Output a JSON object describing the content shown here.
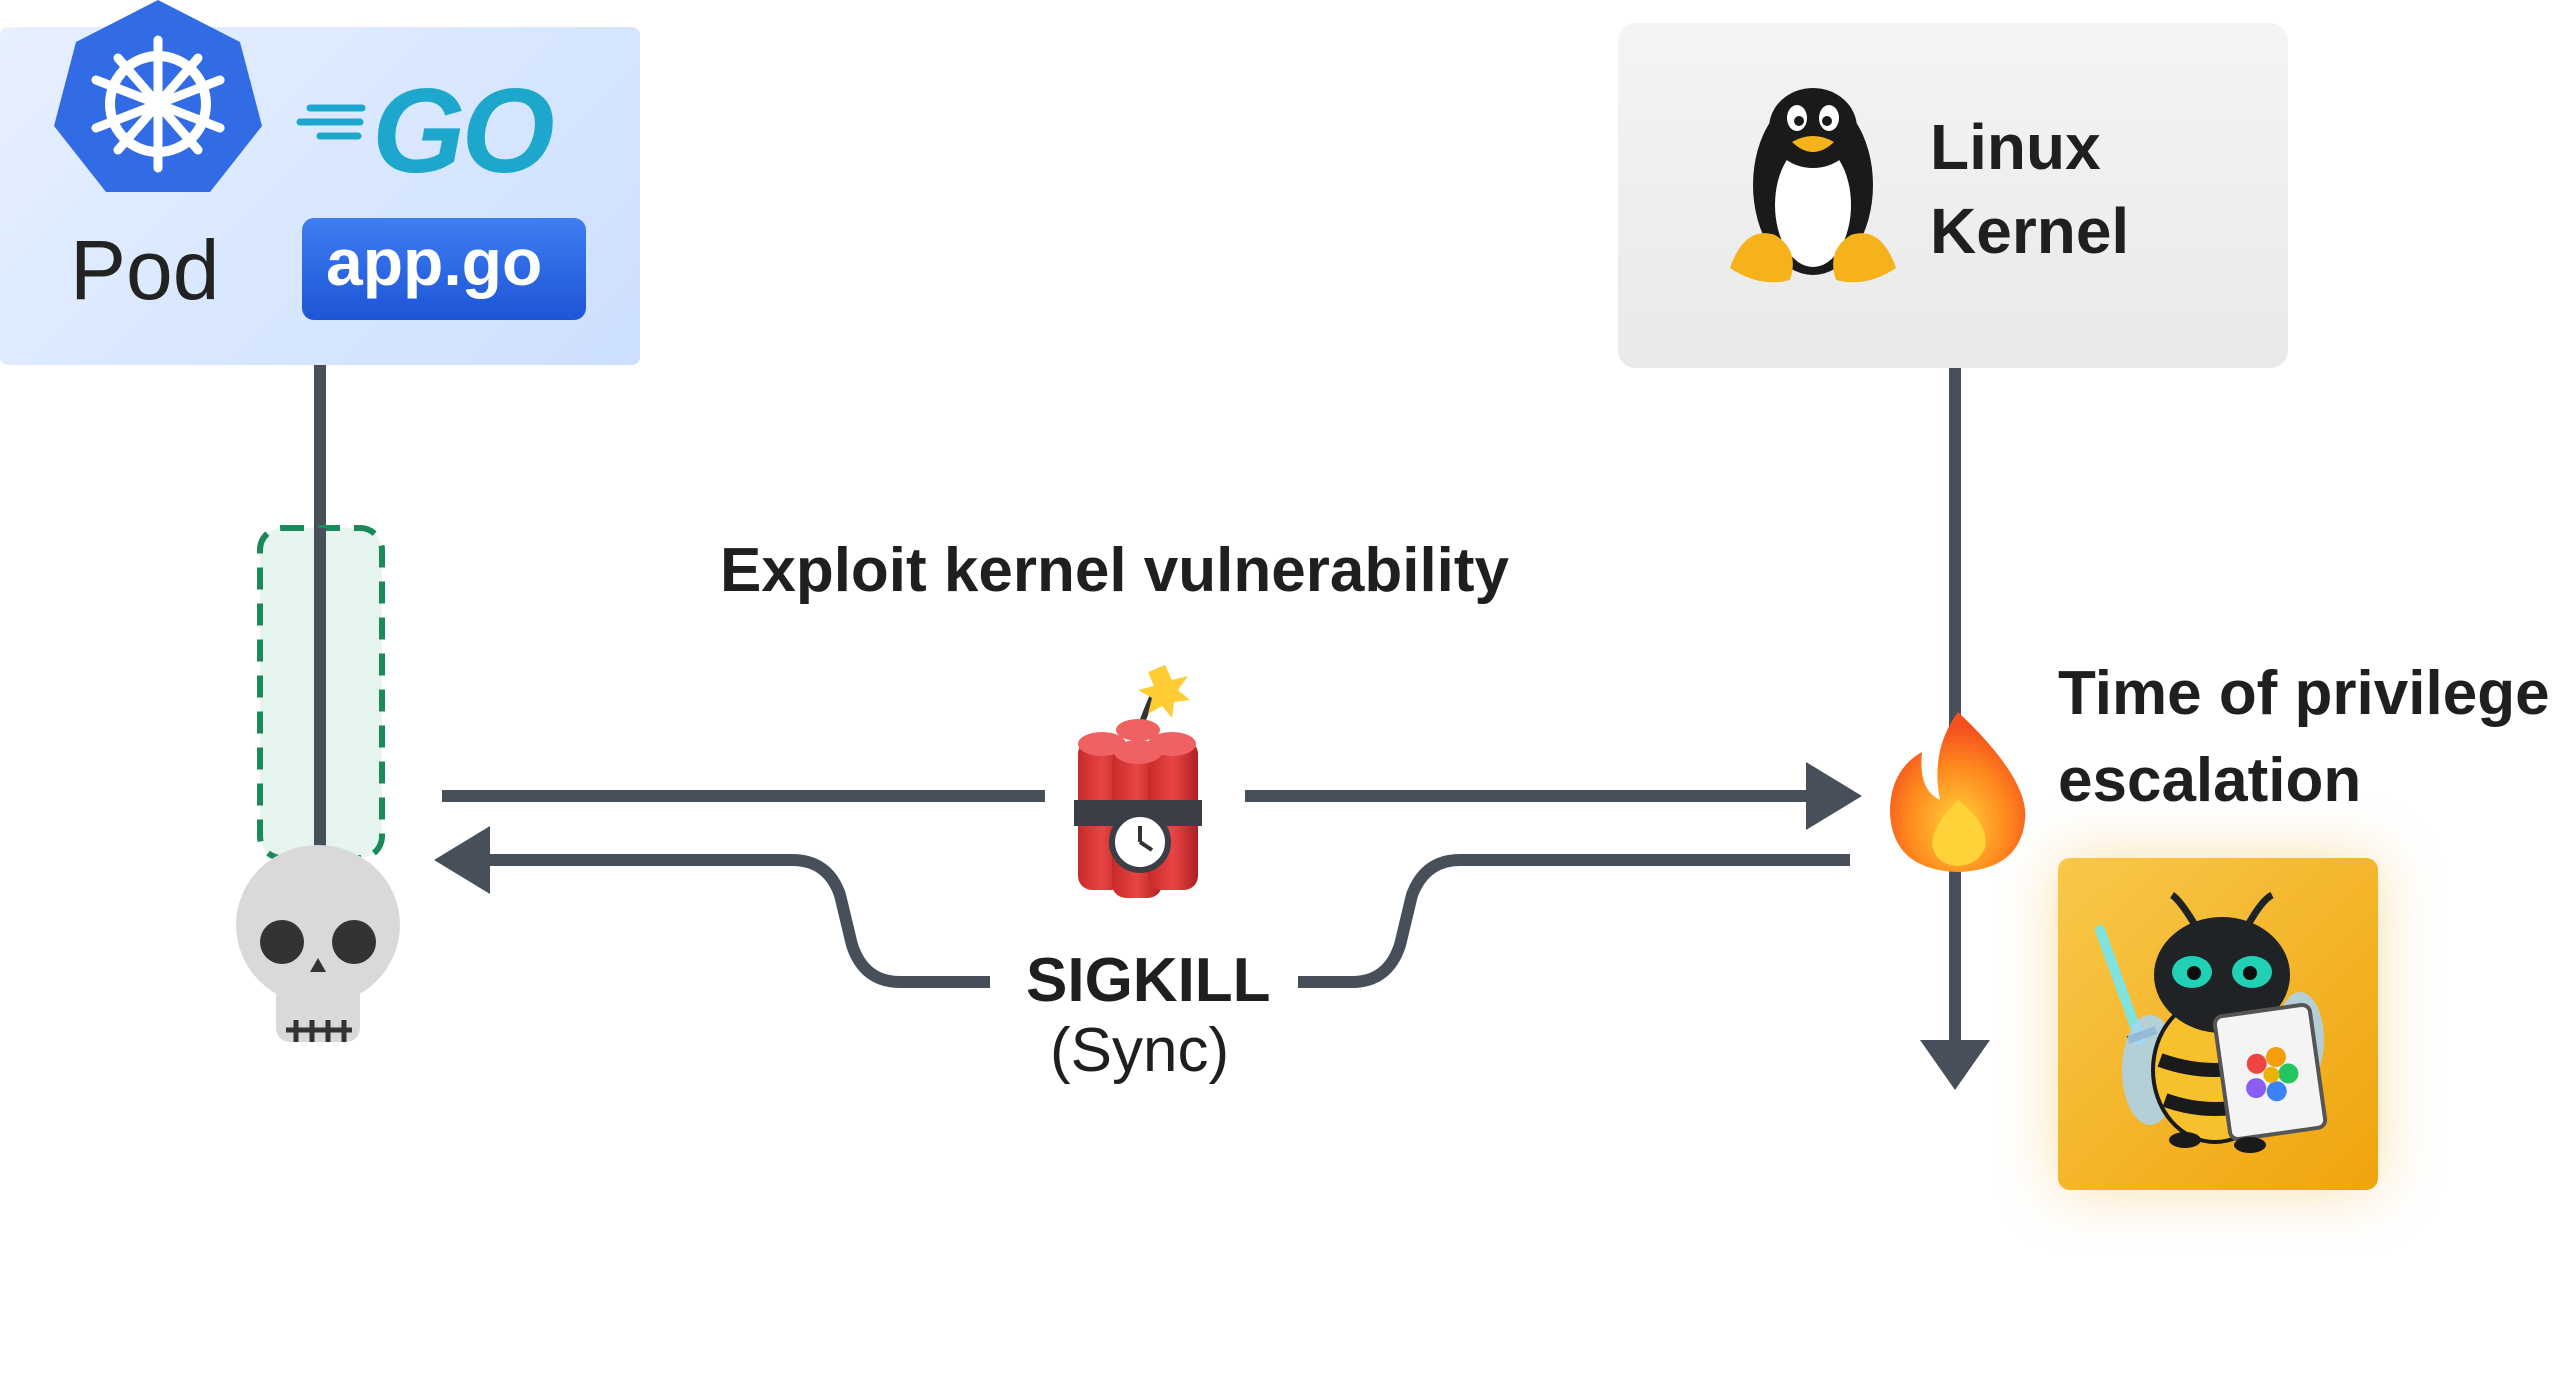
{
  "pod": {
    "label": "Pod",
    "language_logo": "GO",
    "file_badge": "app.go",
    "brand_color": "#326ce5",
    "go_color": "#1ea7cc"
  },
  "kernel": {
    "line1": "Linux",
    "line2": "Kernel"
  },
  "labels": {
    "exploit": "Exploit kernel vulnerability",
    "signal": "SIGKILL",
    "signal_mode": "(Sync)",
    "escalation_line1": "Time of privilege",
    "escalation_line2": "escalation"
  },
  "icons": {
    "kubernetes": "kubernetes-icon",
    "tux": "tux-penguin-icon",
    "skull": "skull-icon",
    "dynamite": "dynamite-bomb-icon",
    "fire": "fire-icon",
    "mascot": "bee-mascot-icon"
  },
  "colors": {
    "line": "#47505a",
    "pod_box": "#dbe8ff",
    "kernel_box": "#eeeeee",
    "dashed_zone": "#1a8a5a",
    "mascot_bg": "#f4b52a"
  }
}
